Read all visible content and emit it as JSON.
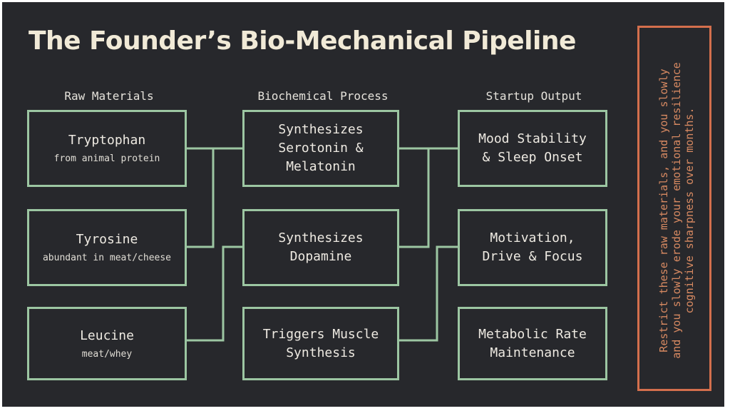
{
  "title": "The Founder’s Bio-Mechanical Pipeline",
  "columns": {
    "raw": "Raw Materials",
    "process": "Biochemical Process",
    "output": "Startup Output"
  },
  "raw_materials": [
    {
      "name": "Tryptophan",
      "note": "from animal protein"
    },
    {
      "name": "Tyrosine",
      "note": "abundant in meat/cheese"
    },
    {
      "name": "Leucine",
      "note": "meat/whey"
    }
  ],
  "processes": [
    {
      "label": "Synthesizes\nSerotonin &\nMelatonin"
    },
    {
      "label": "Synthesizes\nDopamine"
    },
    {
      "label": "Triggers Muscle\nSynthesis"
    }
  ],
  "outputs": [
    {
      "label": "Mood Stability\n& Sleep Onset"
    },
    {
      "label": "Motivation,\nDrive & Focus"
    },
    {
      "label": "Metabolic Rate\nMaintenance"
    }
  ],
  "warning": "Restrict these raw materials, and you slowly\nand you slowly erode your emotional resilience\ncognitive sharpness over months.",
  "colors": {
    "background": "#27282c",
    "node_border": "#9cc6a2",
    "title": "#f1ead7",
    "warning": "#d46f4d"
  }
}
